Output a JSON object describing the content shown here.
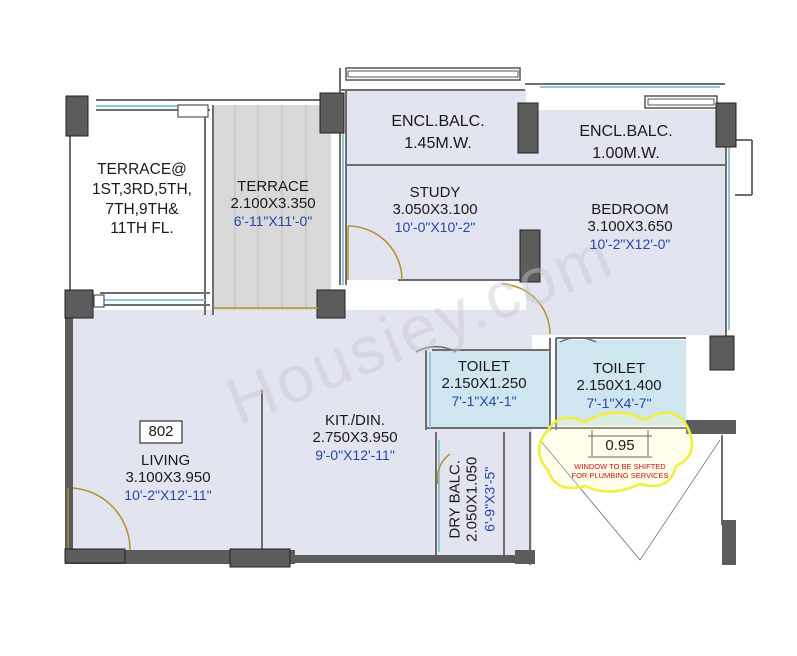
{
  "watermark": "Housiey.com",
  "rooms": {
    "terrace_floors": {
      "lines": [
        "TERRACE@",
        "1ST,3RD,5TH,",
        "7TH,9TH&",
        "11TH FL."
      ]
    },
    "terrace": {
      "name": "TERRACE",
      "size": "2.100X3.350",
      "imperial": "6'-11\"X11'-0\""
    },
    "encl_balc_1": {
      "name": "ENCL.BALC.",
      "size": "1.45M.W."
    },
    "encl_balc_2": {
      "name": "ENCL.BALC.",
      "size": "1.00M.W."
    },
    "study": {
      "name": "STUDY",
      "size": "3.050X3.100",
      "imperial": "10'-0\"X10'-2\""
    },
    "bedroom": {
      "name": "BEDROOM",
      "size": "3.100X3.650",
      "imperial": "10'-2\"X12'-0\""
    },
    "toilet_1": {
      "name": "TOILET",
      "size": "2.150X1.250",
      "imperial": "7'-1\"X4'-1\""
    },
    "toilet_2": {
      "name": "TOILET",
      "size": "2.150X1.400",
      "imperial": "7'-1\"X4'-7\""
    },
    "kitchen": {
      "name": "KIT./DIN.",
      "size": "2.750X3.950",
      "imperial": "9'-0\"X12'-11\""
    },
    "living": {
      "name": "LIVING",
      "size": "3.100X3.950",
      "imperial": "10'-2\"X12'-11\""
    },
    "dry_balc": {
      "name": "DRY BALC.",
      "size": "2.050X1.050",
      "imperial": "6'-9\"X3'-5\""
    }
  },
  "unit_number": "802",
  "dimension_note": "0.95",
  "window_note": [
    "WINDOW TO BE SHIFTED",
    "FOR PLUMBING SERVICES"
  ],
  "colors": {
    "wall": "#5c5c5c",
    "room_fill": "#e2e4f0",
    "terrace_fill": "#d9d9d9",
    "toilet_fill": "#cfe6f1",
    "imperial_text": "#2a46a6",
    "note_red": "#cc1111",
    "highlight": "#f2ee3a"
  }
}
